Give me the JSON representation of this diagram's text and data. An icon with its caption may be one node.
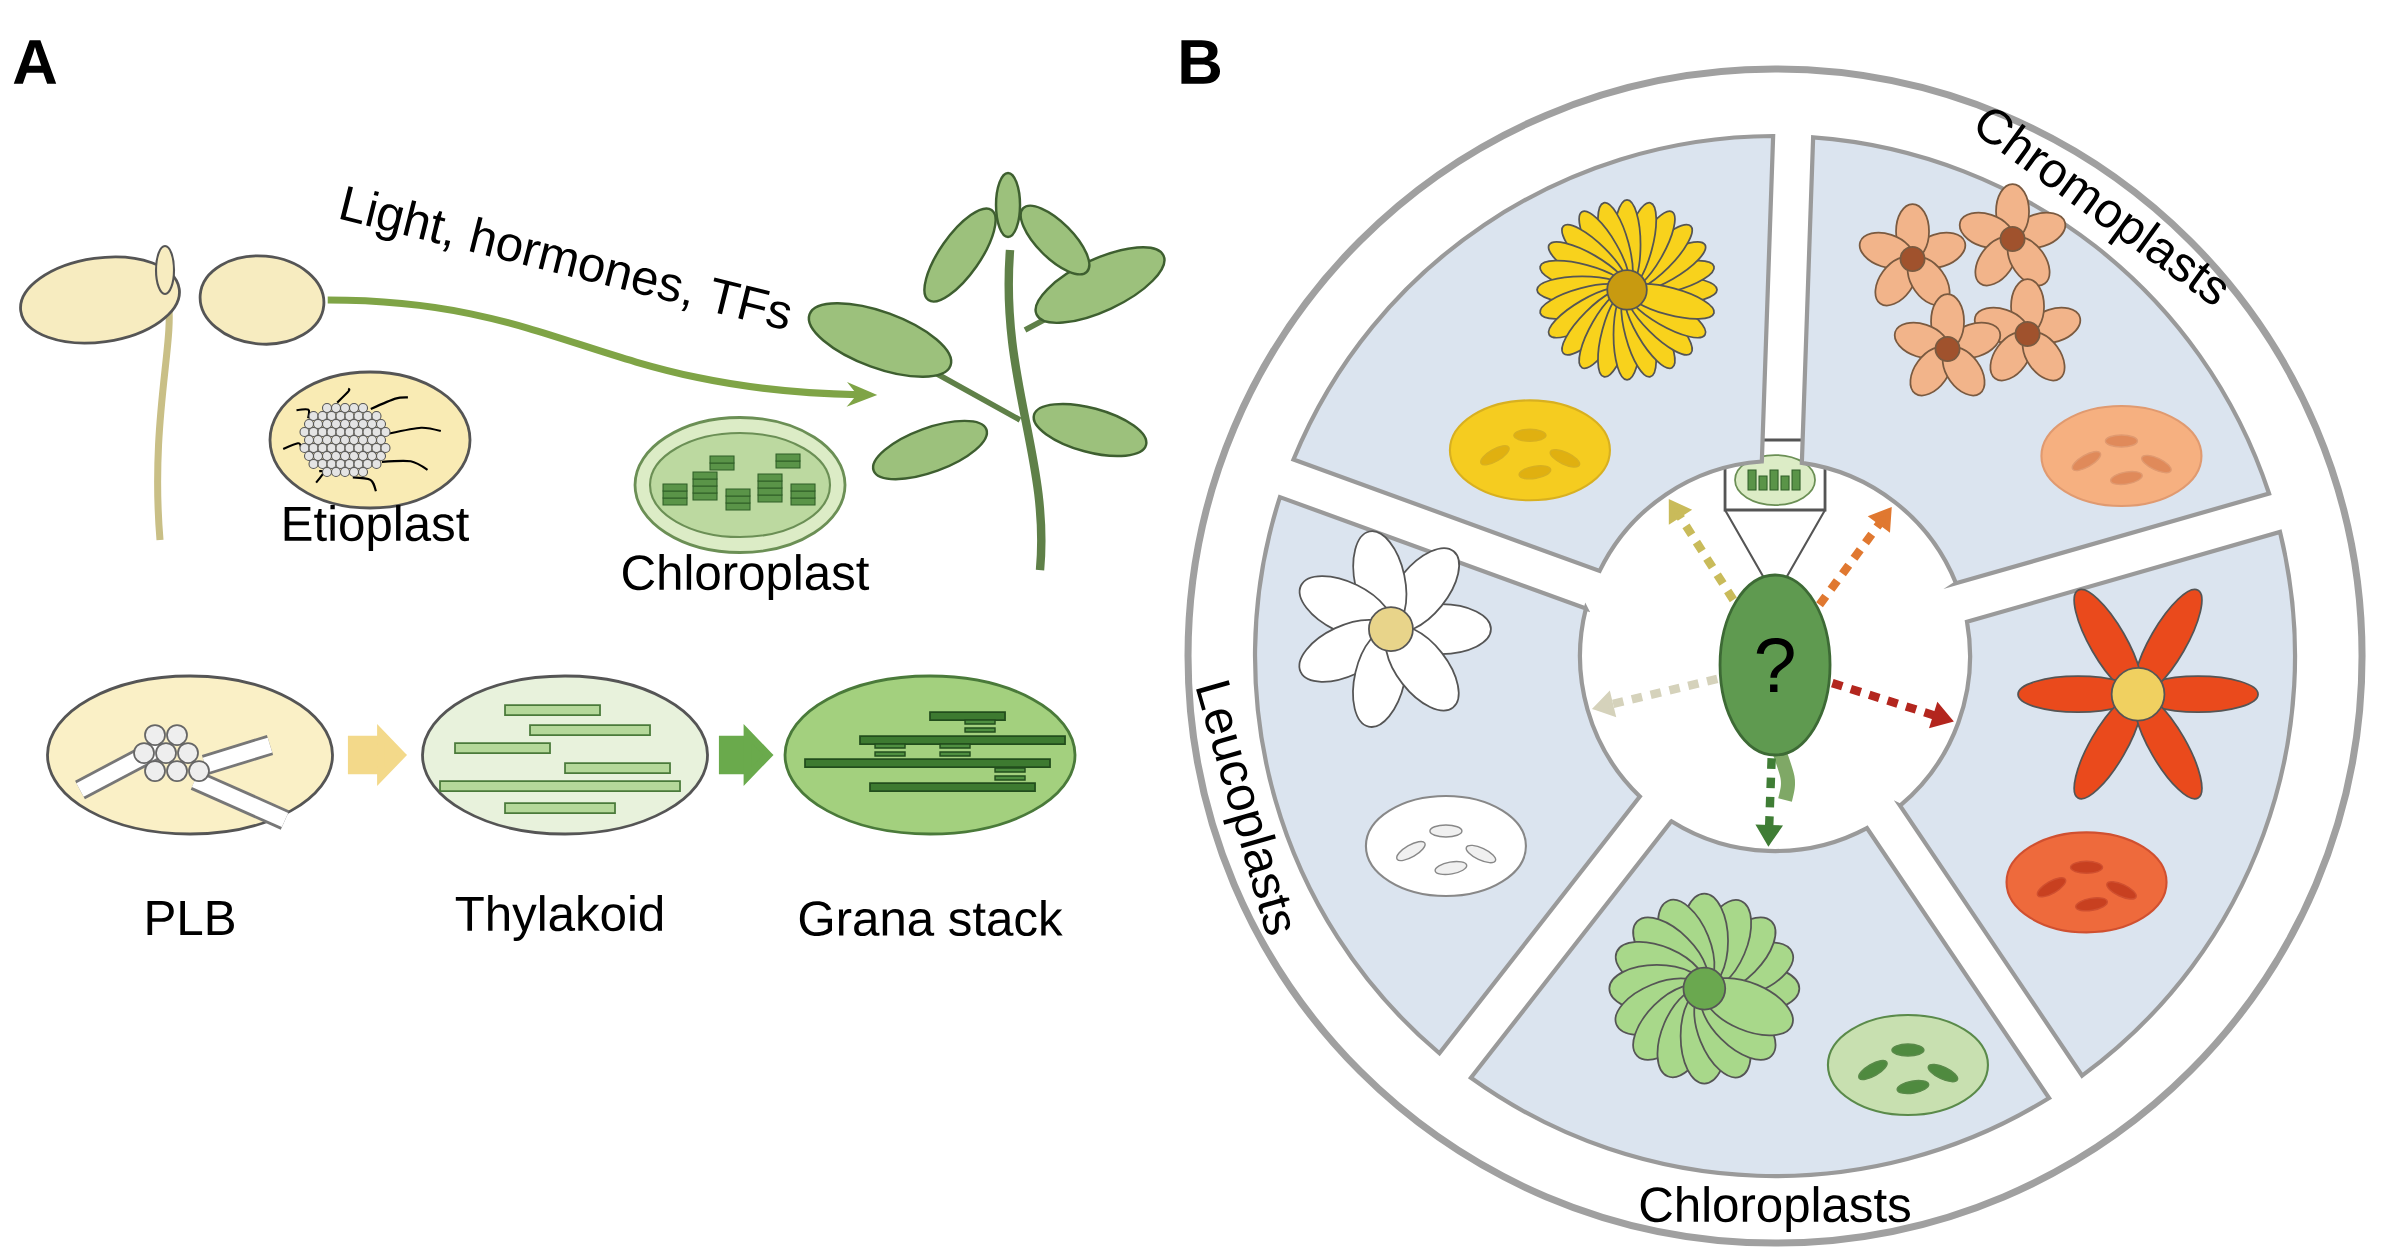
{
  "diagram": {
    "nodes": [
      {
        "text": [],
        "shape": "picture"
      },
      {
        "text": [
          "Etioplast"
        ]
      },
      {
        "text": [],
        "shape": "picture"
      },
      {
        "text": [
          "Chloroplast"
        ]
      },
      {
        "text": [
          "PLB"
        ]
      },
      {
        "text": [
          "Thylakoid"
        ]
      },
      {
        "text": [
          "Grana stack"
        ]
      },
      {
        "text": [],
        "shape": "sector"
      },
      {
        "text": [],
        "shape": "sector"
      },
      {
        "text": [],
        "shape": "sector"
      },
      {
        "text": [
          "?"
        ]
      },
      {
        "text": [],
        "shape": "sector"
      },
      {
        "text": [],
        "shape": "sector"
      }
    ],
    "edges": [
      {
        "from": 0,
        "to": 2,
        "arrow": "to",
        "label": "Light, hormones, TFs"
      },
      {
        "from": 4,
        "to": 5,
        "arrow": "to",
        "style": "thick",
        "color": "#f3d98a"
      },
      {
        "from": 5,
        "to": 6,
        "arrow": "to",
        "style": "thick",
        "color": "#6aaa4c"
      },
      {
        "from": 10,
        "to": 7,
        "arrow": "to",
        "style": "dashed",
        "color": "#c9bb5a"
      },
      {
        "from": 10,
        "to": 8,
        "arrow": "to",
        "style": "dashed",
        "color": "#e07830"
      },
      {
        "from": 10,
        "to": 9,
        "arrow": "to",
        "style": "dashed",
        "color": "#d5d2bb"
      },
      {
        "from": 10,
        "to": 11,
        "arrow": "to",
        "style": "dashed",
        "color": "#b3261e"
      },
      {
        "from": 10,
        "to": 12,
        "arrow": "to",
        "style": "dashed",
        "color": "#3f7d35"
      }
    ],
    "labels": [
      "A",
      "B",
      "Chromoplasts",
      "Leucoplasts",
      "Chloroplasts"
    ]
  }
}
